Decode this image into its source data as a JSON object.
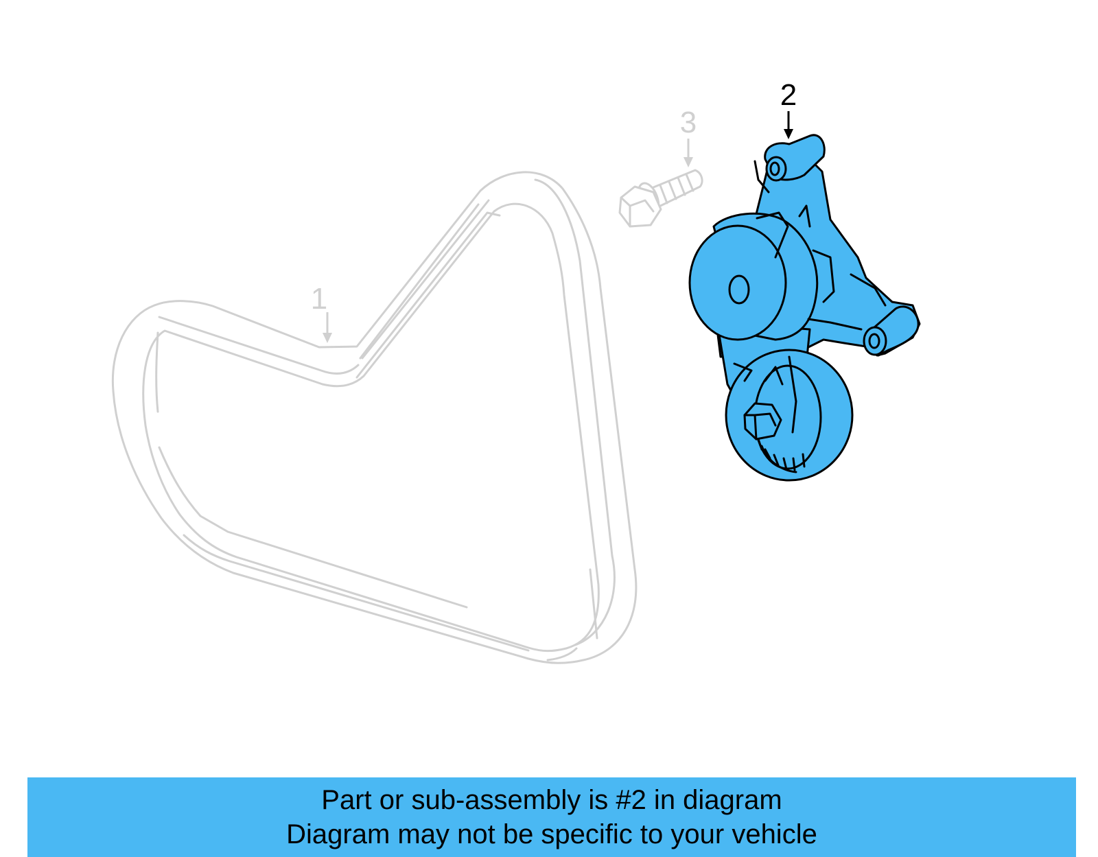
{
  "callouts": [
    {
      "number": "1",
      "state": "inactive"
    },
    {
      "number": "2",
      "state": "active"
    },
    {
      "number": "3",
      "state": "inactive"
    }
  ],
  "banner": {
    "line1": "Part or sub-assembly is #2 in diagram",
    "line2": "Diagram may not be specific to your vehicle"
  },
  "colors": {
    "highlight": "#4ab8f3",
    "inactive_stroke": "#d0d0d0",
    "active_stroke": "#000000",
    "banner_bg": "#4ab8f3"
  }
}
